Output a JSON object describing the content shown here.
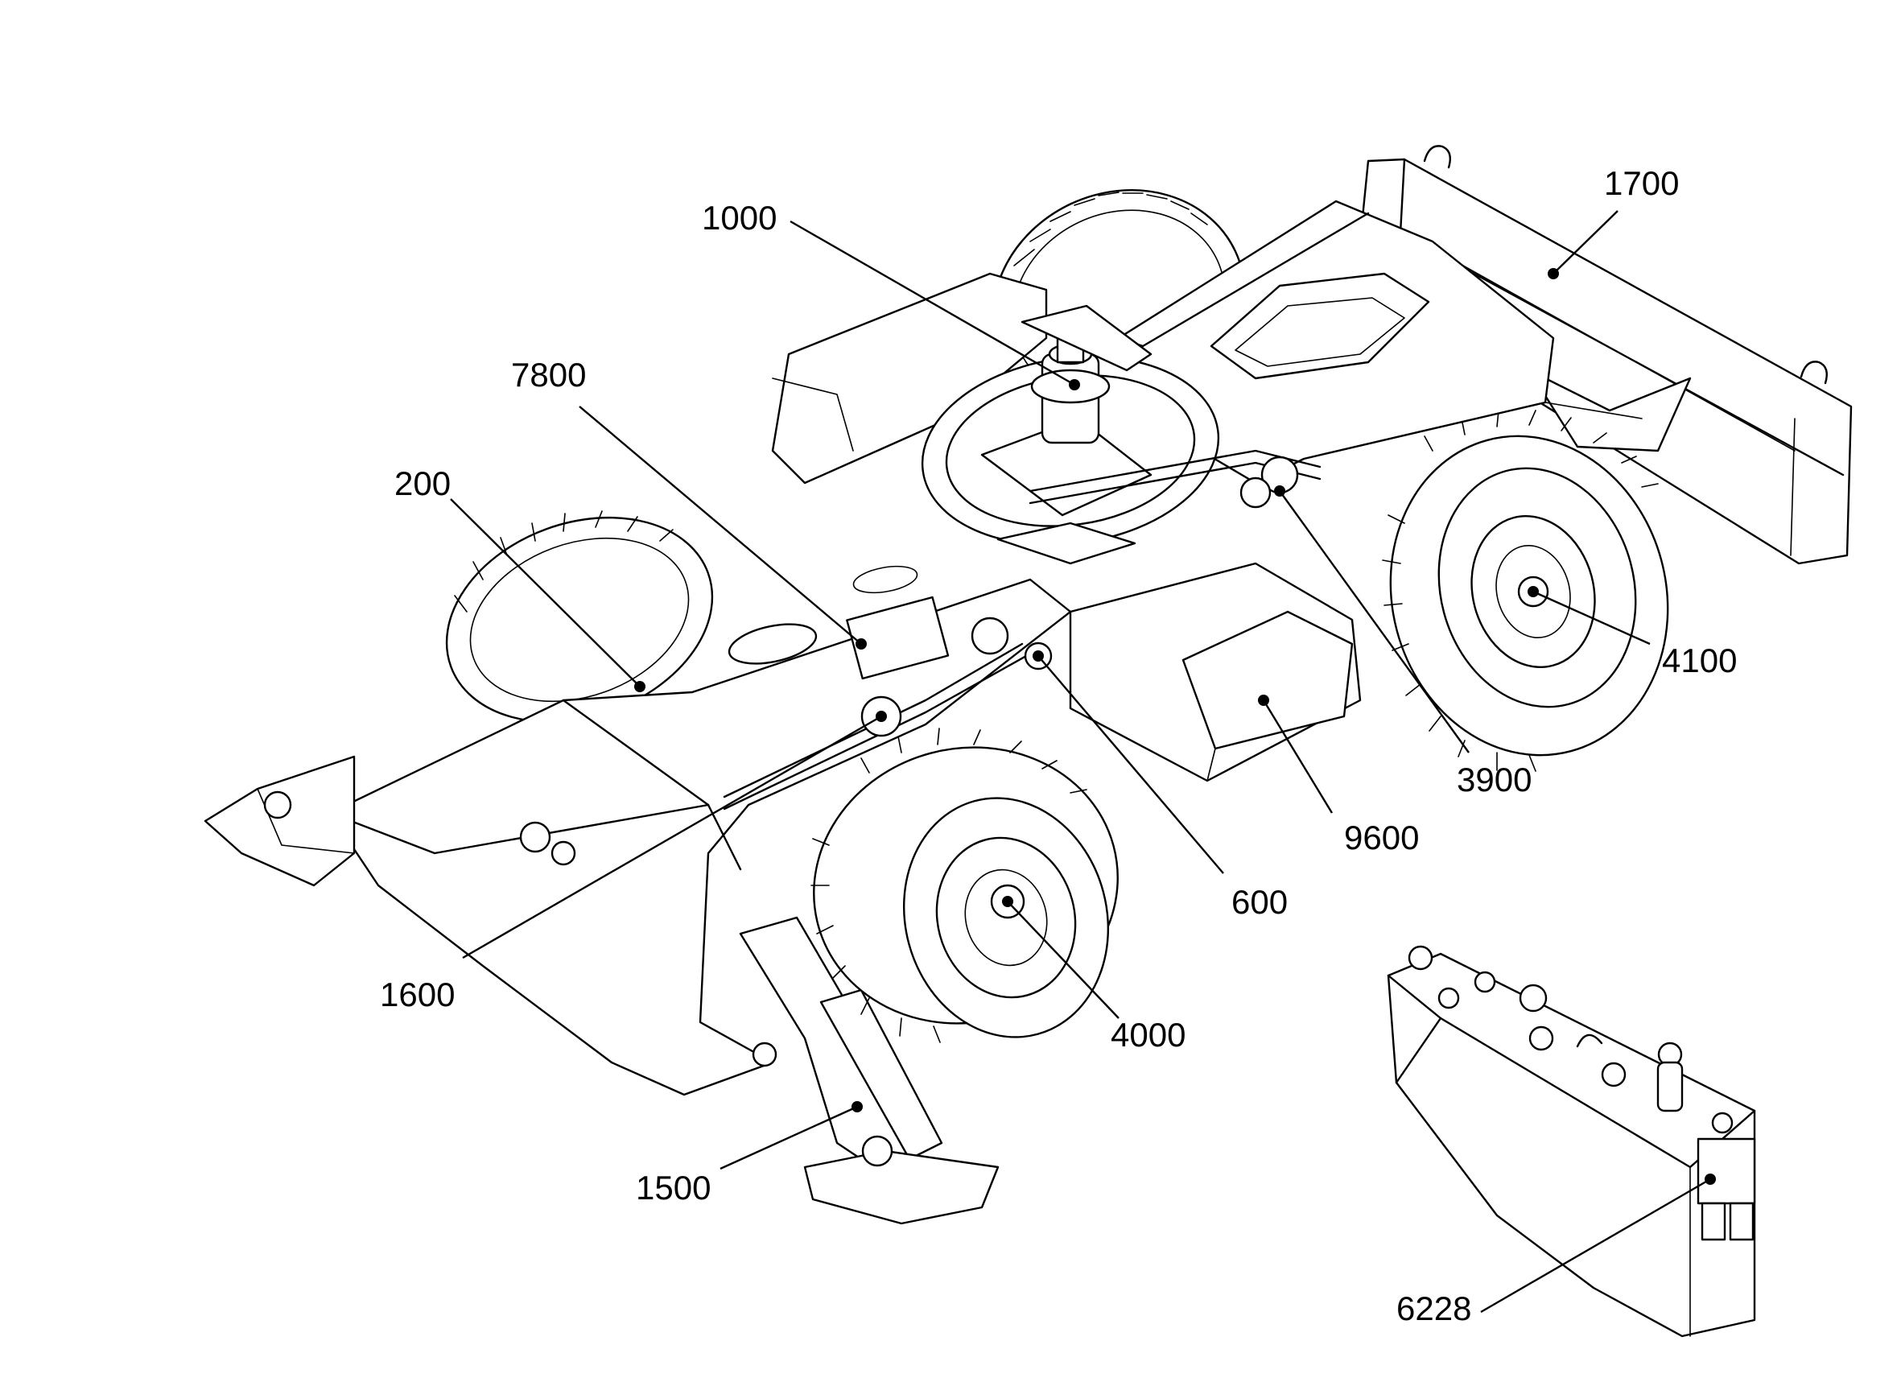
{
  "diagram": {
    "callouts": [
      {
        "id": "1000",
        "label": "1000"
      },
      {
        "id": "1700",
        "label": "1700"
      },
      {
        "id": "7800",
        "label": "7800"
      },
      {
        "id": "200",
        "label": "200"
      },
      {
        "id": "4100",
        "label": "4100"
      },
      {
        "id": "3900",
        "label": "3900"
      },
      {
        "id": "9600",
        "label": "9600"
      },
      {
        "id": "600",
        "label": "600"
      },
      {
        "id": "1600",
        "label": "1600"
      },
      {
        "id": "4000",
        "label": "4000"
      },
      {
        "id": "1500",
        "label": "1500"
      },
      {
        "id": "6228",
        "label": "6228"
      }
    ]
  }
}
